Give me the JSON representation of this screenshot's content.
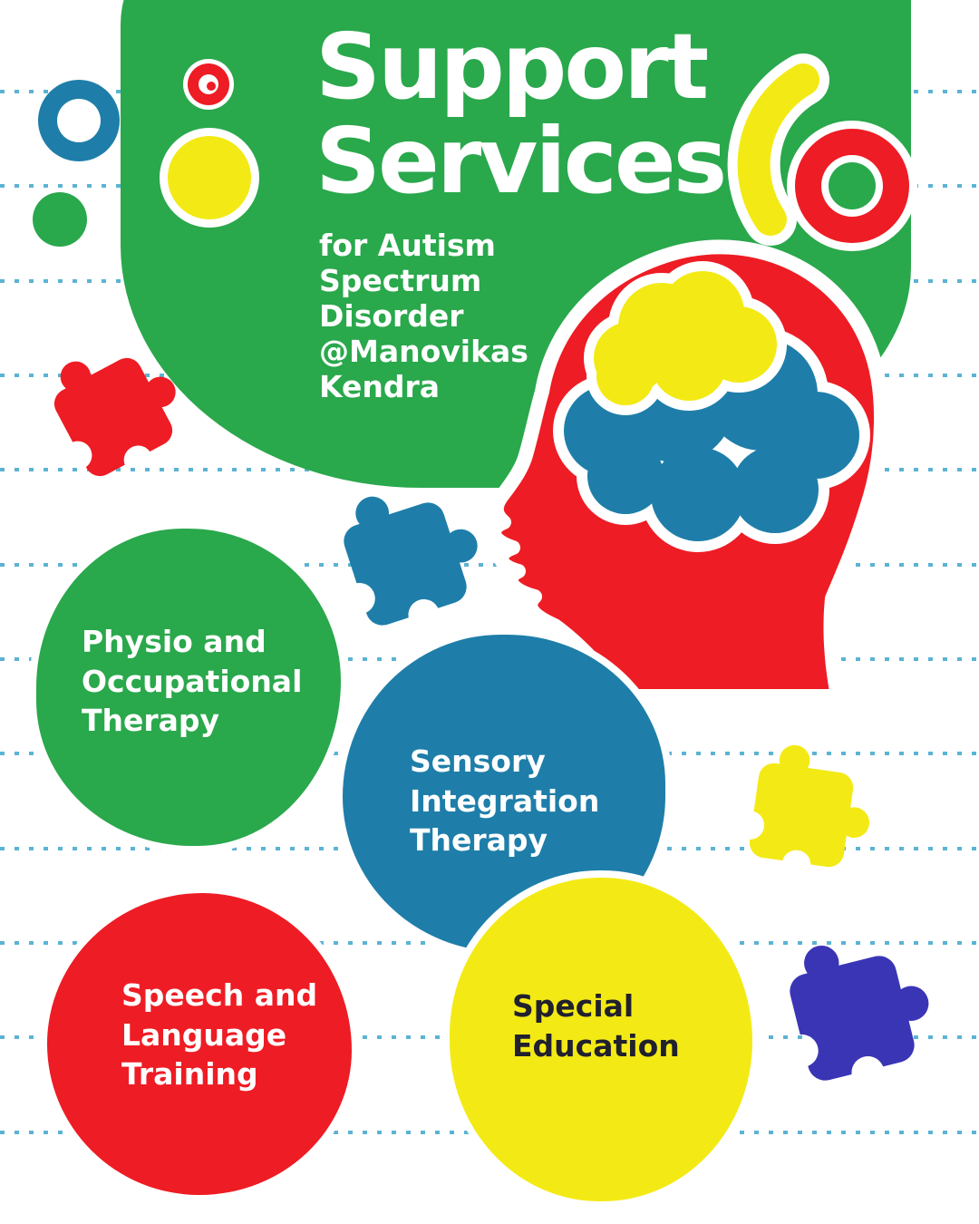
{
  "poster": {
    "title": "Support\nServices",
    "subtitle": "for Autism\nSpectrum\nDisorder\n@Manovikas\nKendra",
    "services": [
      {
        "label": "Physio and\nOccupational\nTherapy",
        "color": "#2aa84c",
        "text_color": "#ffffff"
      },
      {
        "label": "Sensory\nIntegration\nTherapy",
        "color": "#1e7ea9",
        "text_color": "#ffffff"
      },
      {
        "label": "Speech and\nLanguage\nTraining",
        "color": "#ee1c24",
        "text_color": "#ffffff"
      },
      {
        "label": "Special\nEducation",
        "color": "#f3ea15",
        "text_color": "#20202e"
      }
    ],
    "illustration": {
      "head_silhouette": "#ee1c24",
      "brain_cloud_blue": "#1e7ea9",
      "brain_cloud_yellow": "#f3ea15",
      "outline": "#ffffff"
    },
    "decorations": {
      "green_blob": "#2aa84c",
      "blue_ring": "#1e7ea9",
      "green_dot": "#2aa84c",
      "target_dot": "#ee1c24",
      "yellow_dot": "#f3ea15",
      "yellow_arc": "#f3ea15",
      "red_donut": "#ee1c24",
      "puzzle_red": "#ee1c24",
      "puzzle_blue": "#1e7ea9",
      "puzzle_yellow": "#f3ea15",
      "puzzle_indigo": "#3a35b5",
      "notebook_line": "#3ea6cd",
      "background": "#ffffff"
    }
  }
}
